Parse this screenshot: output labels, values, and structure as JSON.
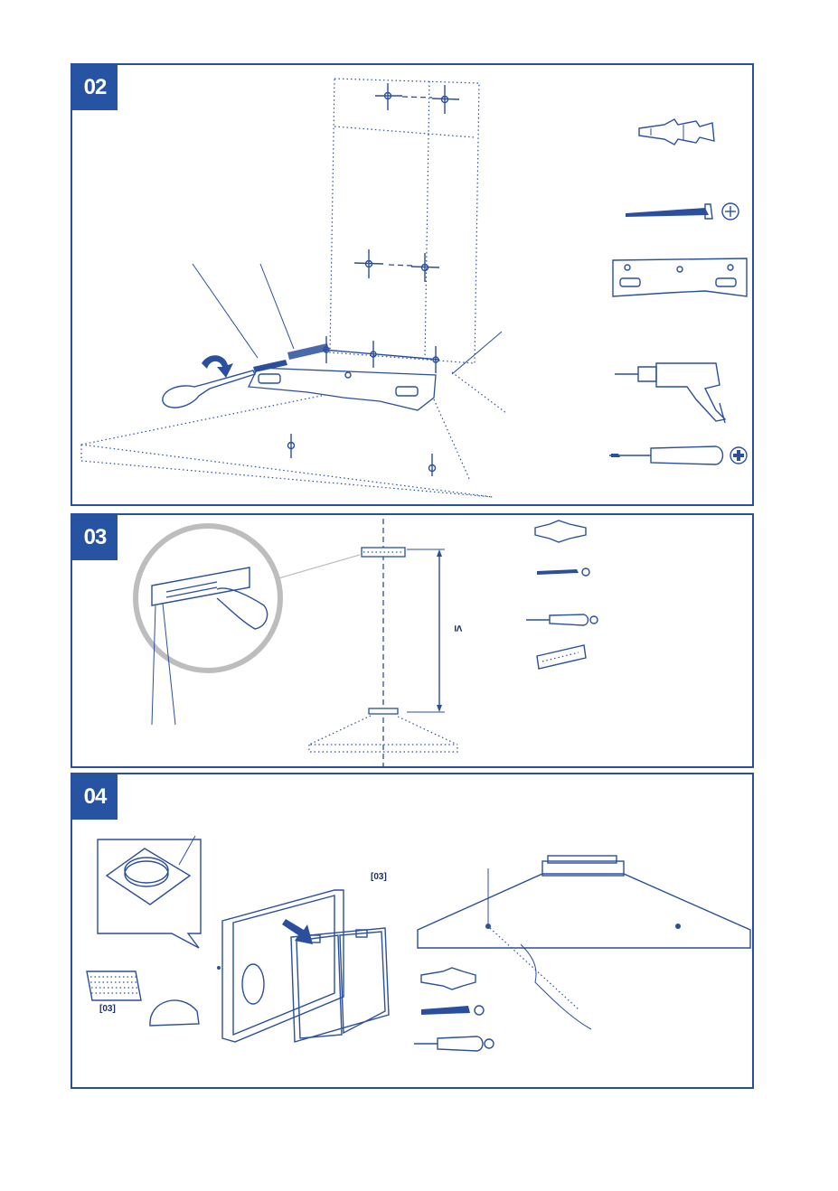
{
  "steps": [
    {
      "number": "02"
    },
    {
      "number": "03"
    },
    {
      "number": "04"
    }
  ],
  "step03": {
    "distance_symbol": "≤"
  },
  "step04": {
    "filter_ref_1": "[03]",
    "filter_ref_2": "[03]"
  },
  "colors": {
    "accent": "#2753a3",
    "line": "#2a4f9c",
    "circle": "#bdbdbd"
  },
  "icons": [
    "wall-plug-icon",
    "screw-icon",
    "mounting-bracket-icon",
    "drill-icon",
    "screwdriver-icon",
    "phillips-head-icon"
  ]
}
